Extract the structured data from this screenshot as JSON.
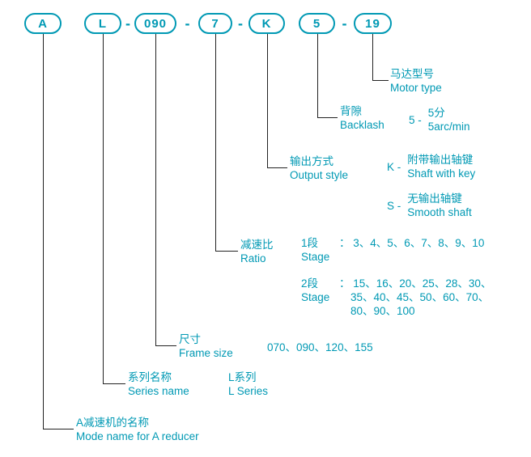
{
  "colors": {
    "accent": "#0099b4",
    "line": "#222222",
    "background": "#ffffff"
  },
  "model_code": {
    "dash": "-",
    "boxes": [
      {
        "id": "reducer",
        "label": "A"
      },
      {
        "id": "series",
        "label": "L"
      },
      {
        "id": "frame",
        "label": "090"
      },
      {
        "id": "ratio",
        "label": "7"
      },
      {
        "id": "output",
        "label": "K"
      },
      {
        "id": "backlash",
        "label": "5"
      },
      {
        "id": "motor",
        "label": "19"
      }
    ]
  },
  "annotations": {
    "motor_type": {
      "label_zh": "马达型号",
      "label_en": "Motor type"
    },
    "backlash": {
      "label_zh": "背隙",
      "label_en": "Backlash",
      "option_key": "5 -",
      "option_zh": "5分",
      "option_en": "5arc/min"
    },
    "output_style": {
      "label_zh": "输出方式",
      "label_en": "Output style",
      "options": [
        {
          "key": "K -",
          "zh": "附带输出轴键",
          "en": "Shaft with key"
        },
        {
          "key": "S -",
          "zh": "无输出轴键",
          "en": "Smooth shaft"
        }
      ]
    },
    "ratio": {
      "label_zh": "减速比",
      "label_en": "Ratio",
      "stage1": {
        "zh": "1段",
        "en": "Stage",
        "values": "： 3、4、5、6、7、8、9、10"
      },
      "stage2": {
        "zh": "2段",
        "en": "Stage",
        "values_line1": "： 15、16、20、25、28、30、",
        "values_line2": "35、40、45、50、60、70、",
        "values_line3": "80、90、100"
      }
    },
    "frame_size": {
      "label_zh": "尺寸",
      "label_en": "Frame size",
      "values": "070、090、120、155"
    },
    "series_name": {
      "label_zh": "系列名称",
      "label_en": "Series name",
      "value_zh": "L系列",
      "value_en": "L Series"
    },
    "reducer_name": {
      "label_zh": "A减速机的名称",
      "label_en": "Mode name for A reducer"
    }
  }
}
